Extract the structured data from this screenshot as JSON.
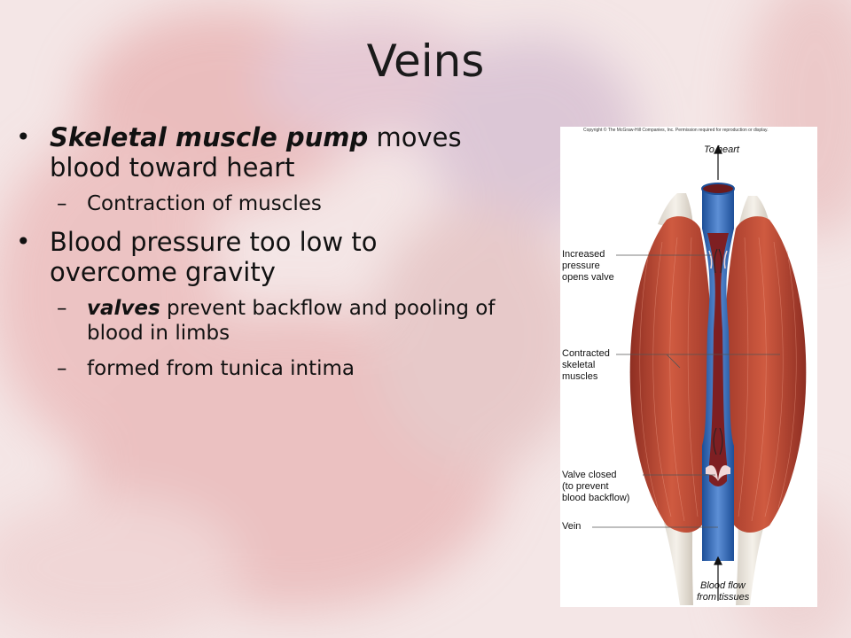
{
  "slide": {
    "title": "Veins",
    "bullets": [
      {
        "lead": "Skeletal muscle pump",
        "rest": " moves blood toward heart"
      },
      {
        "text": "Contraction of muscles"
      },
      {
        "text": "Blood pressure too low to overcome gravity"
      },
      {
        "lead": "valves",
        "rest": " prevent backflow and pooling of blood in limbs"
      },
      {
        "text": "formed from tunica intima"
      }
    ]
  },
  "figure": {
    "copyright": "Copyright © The McGraw-Hill Companies, Inc. Permission required for reproduction or display.",
    "labels": {
      "to_heart": "To heart",
      "increased_pressure_1": "Increased",
      "increased_pressure_2": "pressure",
      "increased_pressure_3": "opens valve",
      "contracted_1": "Contracted",
      "contracted_2": "skeletal",
      "contracted_3": "muscles",
      "valve_closed_1": "Valve closed",
      "valve_closed_2": "(to prevent",
      "valve_closed_3": "blood backflow)",
      "vein": "Vein",
      "blood_flow_1": "Blood flow",
      "blood_flow_2": "from tissues"
    }
  },
  "colors": {
    "muscle": "#b8442f",
    "vein_blue": "#2f67b6",
    "vein_inner": "#7e1f22",
    "background_tint": "#e9b9b9"
  }
}
